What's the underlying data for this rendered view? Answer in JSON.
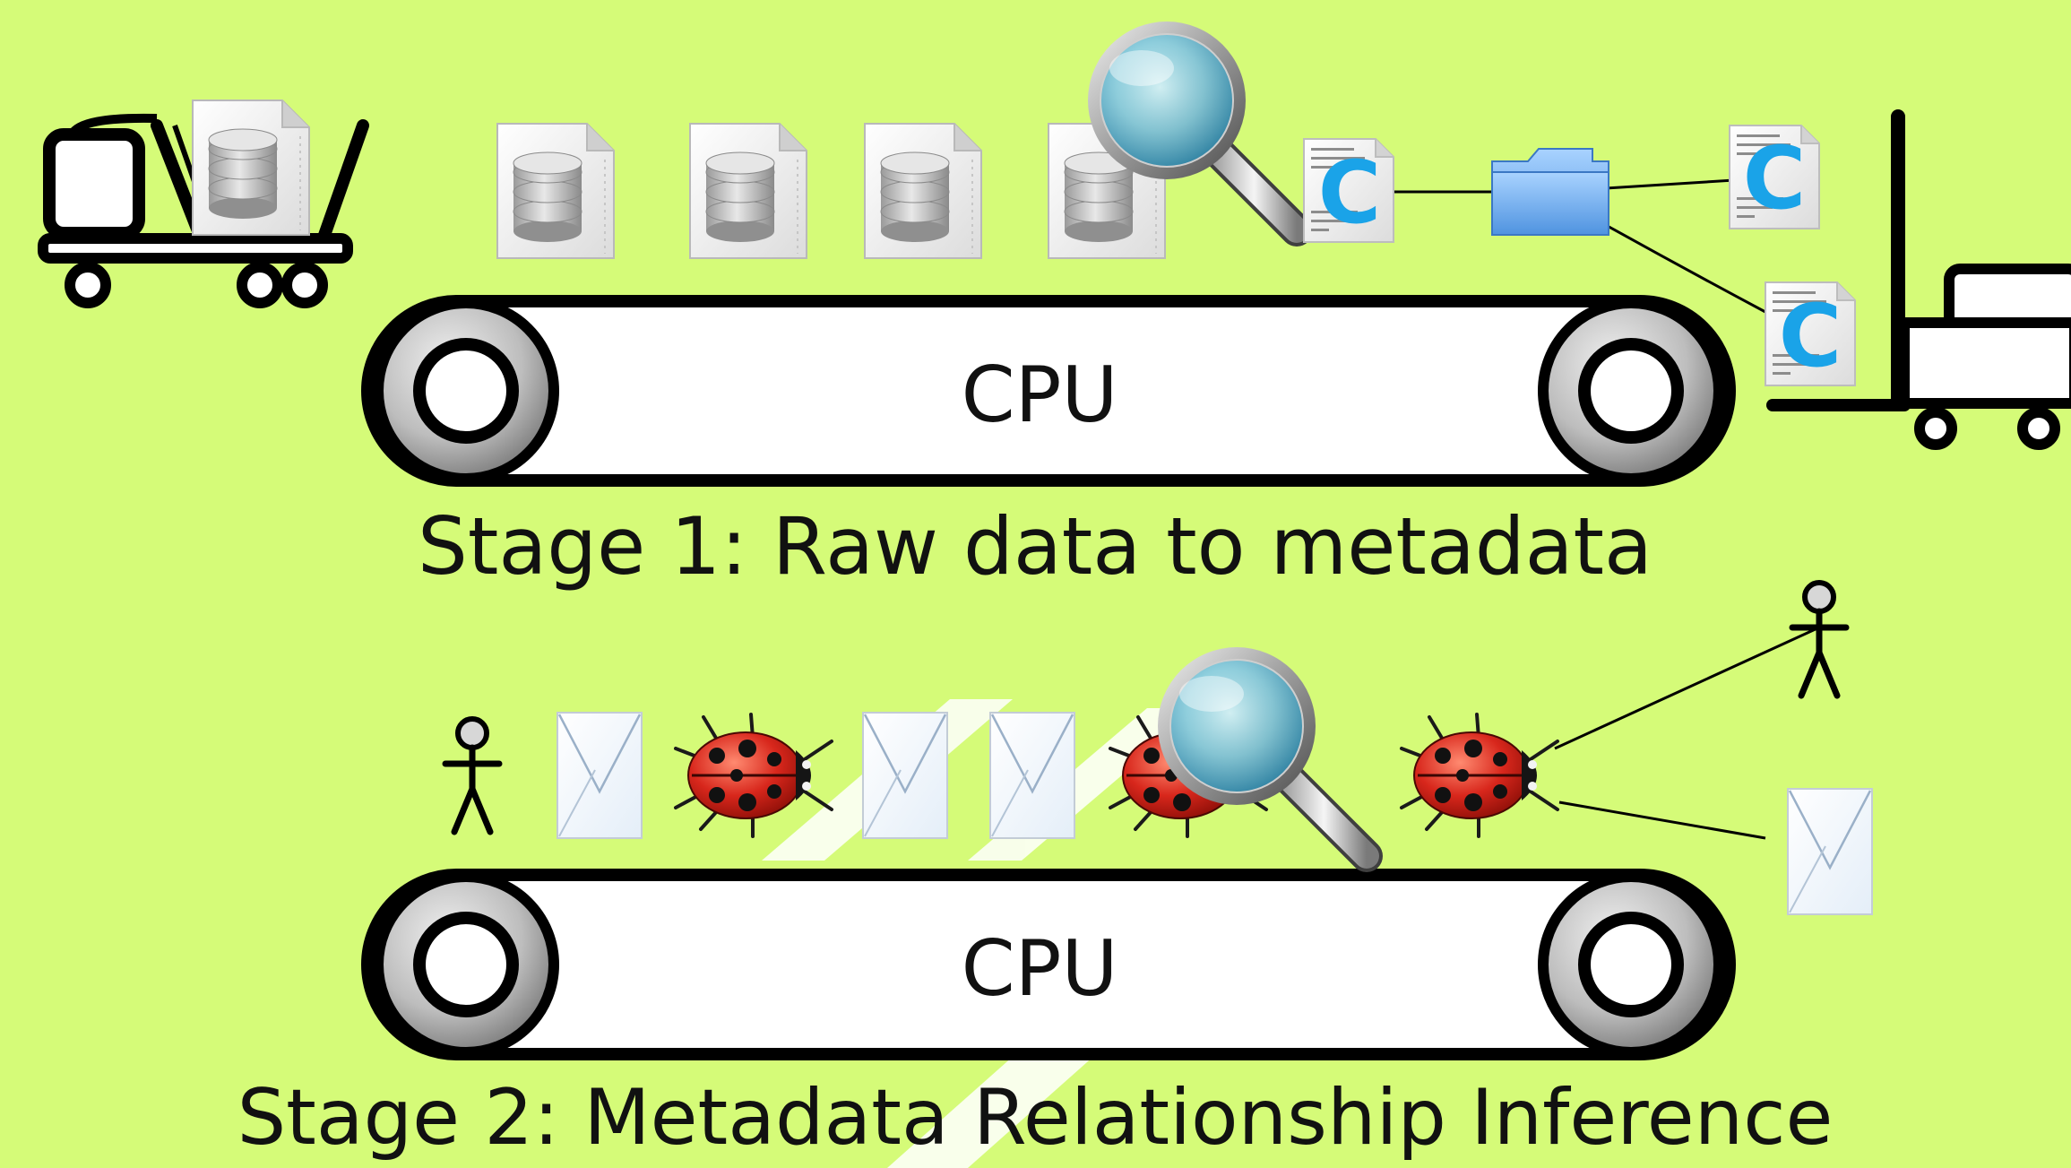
{
  "stage1": {
    "belt_label": "CPU",
    "caption": "Stage 1: Raw data to metadata",
    "source_icons": [
      "hand-truck-icon",
      "database-document-icon"
    ],
    "conveyor_items": [
      "database-document-icon",
      "database-document-icon",
      "database-document-icon",
      "database-document-icon"
    ],
    "inspector_icon": "magnifying-glass-icon",
    "output_icons": [
      "c-source-file-icon",
      "folder-icon",
      "c-source-file-icon",
      "c-source-file-icon",
      "forklift-icon"
    ],
    "c_glyph": "C"
  },
  "stage2": {
    "belt_label": "CPU",
    "caption": "Stage 2: Metadata Relationship Inference",
    "conveyor_items": [
      "person-icon",
      "envelope-icon",
      "ladybug-icon",
      "envelope-icon",
      "envelope-icon",
      "ladybug-icon"
    ],
    "inspector_icon": "magnifying-glass-icon",
    "output_icons": [
      "ladybug-icon",
      "person-icon",
      "envelope-icon"
    ]
  },
  "colors": {
    "background": "#d5fb78",
    "belt_fill": "#ffffff",
    "outline": "#000000",
    "c_letter": "#1aa3e8",
    "ladybug": "#d8271c"
  }
}
